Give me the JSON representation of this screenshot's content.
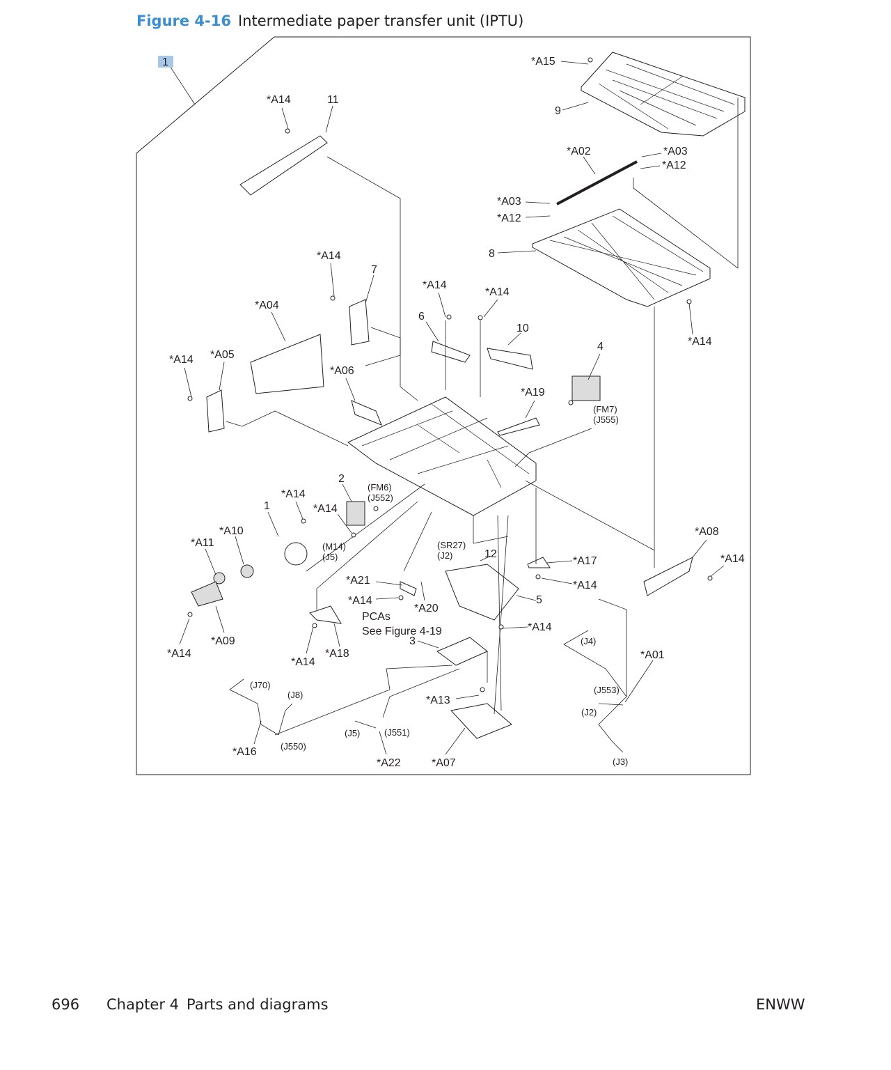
{
  "figure": {
    "number": "Figure 4-16",
    "title": "Intermediate paper transfer unit (IPTU)"
  },
  "callout_box": "1",
  "labels": {
    "a15": "*A15",
    "n9": "9",
    "a14_top": "*A14",
    "n11": "11",
    "a02": "*A02",
    "a03_r": "*A03",
    "a12_r": "*A12",
    "a03_l": "*A03",
    "a12_l": "*A12",
    "n8": "8",
    "a14_7": "*A14",
    "n7": "7",
    "a14_6": "*A14",
    "a14_10": "*A14",
    "a04": "*A04",
    "n6": "6",
    "n10": "10",
    "a14_right": "*A14",
    "a14_left": "*A14",
    "a05": "*A05",
    "a06": "*A06",
    "n4": "4",
    "a19": "*A19",
    "fm7": "(FM7)",
    "j555": "(J555)",
    "n2": "2",
    "fm6": "(FM6)",
    "j552": "(J552)",
    "a14_1": "*A14",
    "a14_2": "*A14",
    "n1": "1",
    "a10": "*A10",
    "a11": "*A11",
    "m14": "(M14)",
    "j5_m": "(J5)",
    "a08": "*A08",
    "a14_a08": "*A14",
    "sr27": "(SR27)",
    "j2_sr": "(J2)",
    "n12": "12",
    "a17": "*A17",
    "a14_a17": "*A14",
    "a21": "*A21",
    "a14_a21": "*A14",
    "a20": "*A20",
    "n5": "5",
    "pcas": "PCAs",
    "see_fig": "See Figure 4-19",
    "a14_5": "*A14",
    "n3": "3",
    "a09": "*A09",
    "a14_a09": "*A14",
    "a14_a18": "*A14",
    "a18": "*A18",
    "j4": "(J4)",
    "a01": "*A01",
    "j70": "(J70)",
    "j8": "(J8)",
    "a13": "*A13",
    "j553": "(J553)",
    "j2_w": "(J2)",
    "j5_w": "(J5)",
    "j551": "(J551)",
    "a16": "*A16",
    "j550": "(J550)",
    "a22": "*A22",
    "a07": "*A07",
    "j3": "(J3)"
  },
  "footer": {
    "page": "696",
    "chapter": "Chapter 4",
    "section": "Parts and diagrams",
    "code": "ENWW"
  }
}
